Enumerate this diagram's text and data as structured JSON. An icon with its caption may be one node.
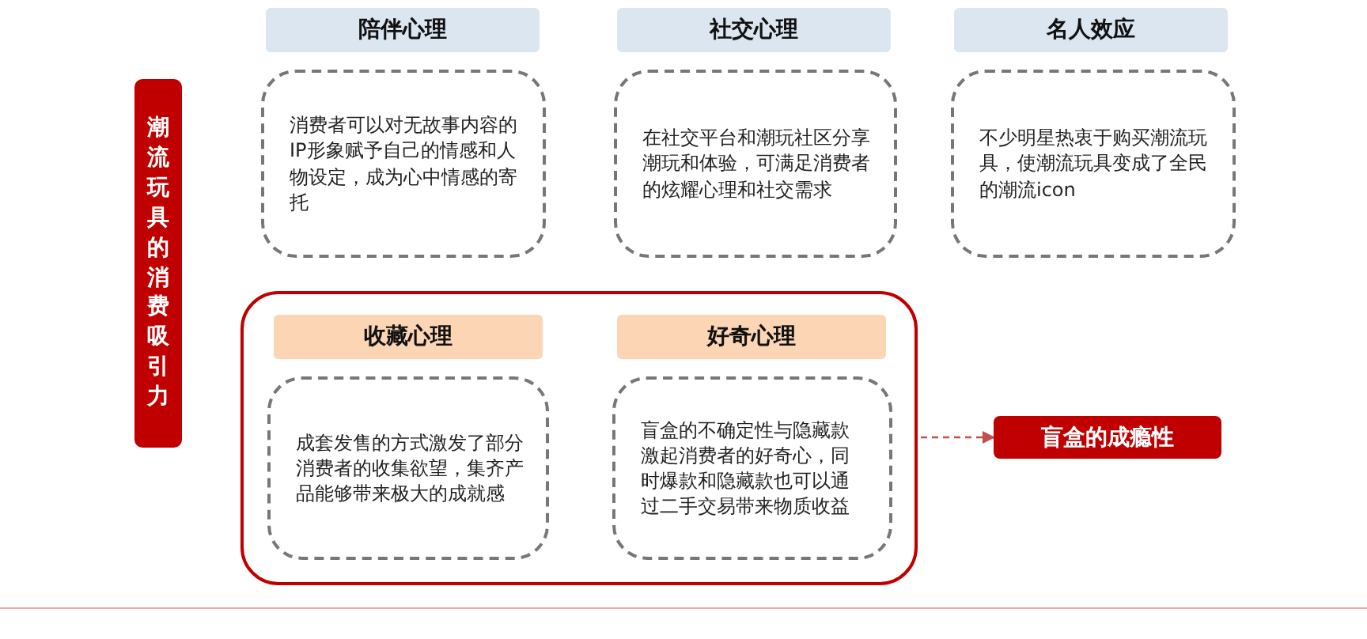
{
  "diagram": {
    "nodes": [
      {
        "text": [
          "潮流玩具的消费吸引力"
        ]
      },
      {
        "text": [
          "陪伴心理"
        ]
      },
      {
        "text": [
          "消费者可以对无故事内容的IP形象赋予自己的情感和人物设定，成为心中情感的寄托"
        ]
      },
      {
        "text": [
          "社交心理"
        ]
      },
      {
        "text": [
          "在社交平台和潮玩社区分享潮玩和体验，可满足消费者的炫耀心理和社交需求"
        ]
      },
      {
        "text": [
          "名人效应"
        ]
      },
      {
        "text": [
          "不少明星热衷于购买潮流玩具，使潮流玩具变成了全民的潮流icon"
        ]
      },
      {
        "text": [],
        "shape": "box"
      },
      {
        "text": [
          "收藏心理"
        ],
        "in": 7
      },
      {
        "text": [
          "成套发售的方式激发了部分消费者的收集欲望，集齐产品能够带来极大的成就感"
        ],
        "in": 7
      },
      {
        "text": [
          "好奇心理"
        ],
        "in": 7
      },
      {
        "text": [
          "盲盒的不确定性与隐藏款激起消费者的好奇心，同时爆款和隐藏款也可以通过二手交易带来物质收益"
        ],
        "in": 7
      },
      {
        "text": [
          "盲盒的成瘾性"
        ]
      }
    ],
    "edges": [
      {
        "from": 7,
        "to": 12,
        "arrow": "to",
        "style": "dashed",
        "color": "#c0504d"
      }
    ]
  }
}
